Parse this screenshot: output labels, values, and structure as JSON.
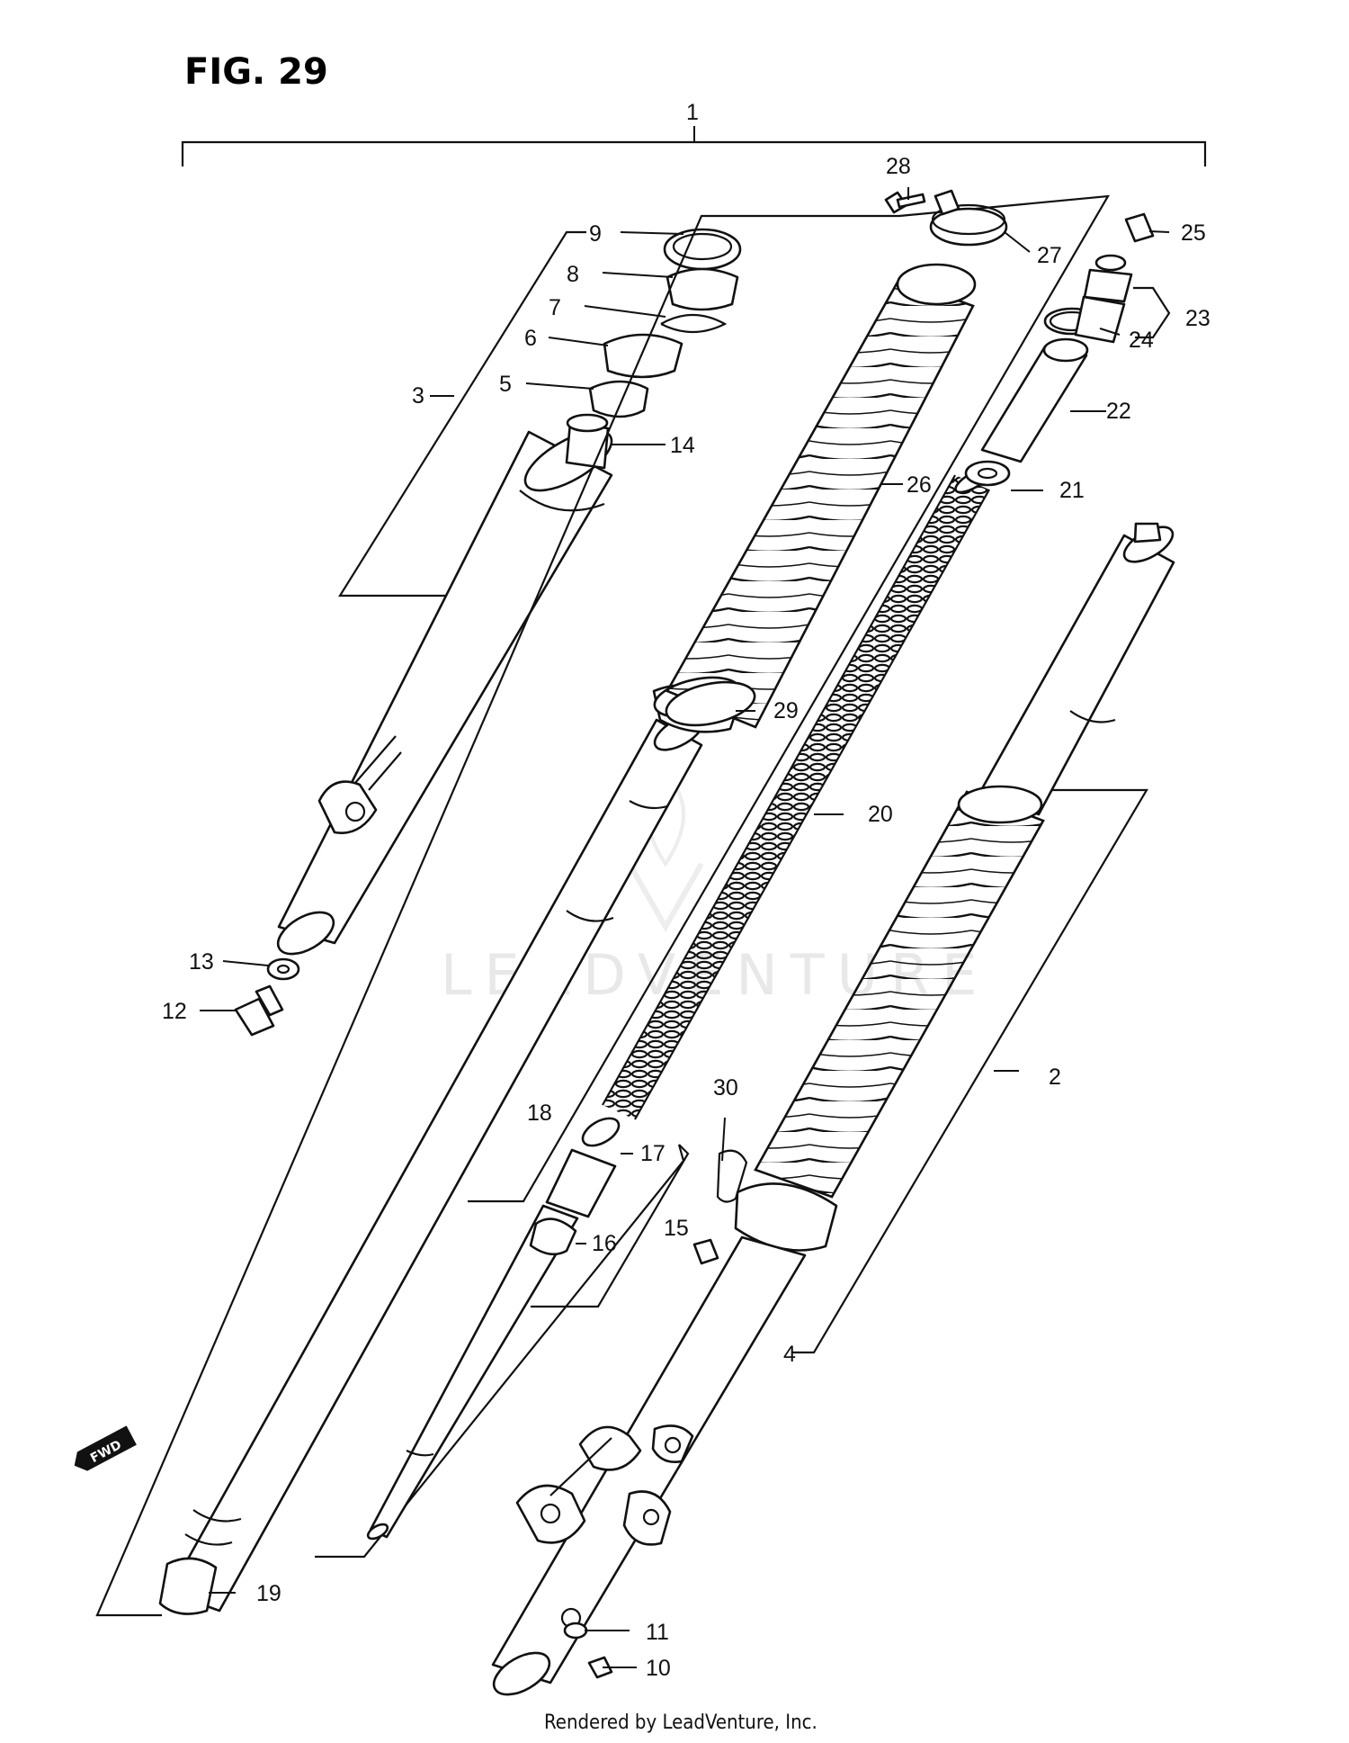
{
  "figure": {
    "title": "FIG. 29",
    "footer": "Rendered by LeadVenture, Inc.",
    "watermark": "LEADVENTURE",
    "direction_badge": "FWD"
  },
  "callouts": [
    {
      "id": "c1",
      "label": "1"
    },
    {
      "id": "c2",
      "label": "2"
    },
    {
      "id": "c3",
      "label": "3"
    },
    {
      "id": "c4",
      "label": "4"
    },
    {
      "id": "c5",
      "label": "5"
    },
    {
      "id": "c6",
      "label": "6"
    },
    {
      "id": "c7",
      "label": "7"
    },
    {
      "id": "c8",
      "label": "8"
    },
    {
      "id": "c9",
      "label": "9"
    },
    {
      "id": "c10",
      "label": "10"
    },
    {
      "id": "c11",
      "label": "11"
    },
    {
      "id": "c12",
      "label": "12"
    },
    {
      "id": "c13",
      "label": "13"
    },
    {
      "id": "c14",
      "label": "14"
    },
    {
      "id": "c15",
      "label": "15"
    },
    {
      "id": "c16",
      "label": "16"
    },
    {
      "id": "c17",
      "label": "17"
    },
    {
      "id": "c18",
      "label": "18"
    },
    {
      "id": "c19",
      "label": "19"
    },
    {
      "id": "c20",
      "label": "20"
    },
    {
      "id": "c21",
      "label": "21"
    },
    {
      "id": "c22",
      "label": "22"
    },
    {
      "id": "c23",
      "label": "23"
    },
    {
      "id": "c24",
      "label": "24"
    },
    {
      "id": "c25",
      "label": "25"
    },
    {
      "id": "c26",
      "label": "26"
    },
    {
      "id": "c27",
      "label": "27"
    },
    {
      "id": "c28",
      "label": "28"
    },
    {
      "id": "c29",
      "label": "29"
    },
    {
      "id": "c30",
      "label": "30"
    }
  ]
}
